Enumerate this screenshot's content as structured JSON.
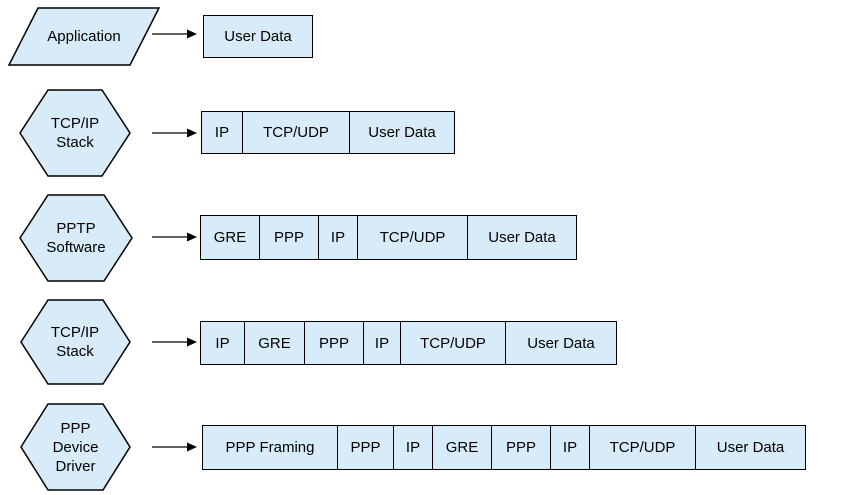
{
  "diagram": {
    "colors": {
      "shape_fill": "#D7ECF8",
      "outline": "#000000",
      "text_color": "#000000"
    },
    "rows": [
      {
        "shape": {
          "type": "parallelogram",
          "label": "Application"
        },
        "boxes": [
          "User Data"
        ]
      },
      {
        "shape": {
          "type": "hexagon",
          "label": "TCP/IP\nStack"
        },
        "boxes": [
          "IP",
          "TCP/UDP",
          "User Data"
        ]
      },
      {
        "shape": {
          "type": "hexagon",
          "label": "PPTP\nSoftware"
        },
        "boxes": [
          "GRE",
          "PPP",
          "IP",
          "TCP/UDP",
          "User Data"
        ]
      },
      {
        "shape": {
          "type": "hexagon",
          "label": "TCP/IP\nStack"
        },
        "boxes": [
          "IP",
          "GRE",
          "PPP",
          "IP",
          "TCP/UDP",
          "User Data"
        ]
      },
      {
        "shape": {
          "type": "hexagon",
          "label": "PPP\nDevice\nDriver"
        },
        "boxes": [
          "PPP Framing",
          "PPP",
          "IP",
          "GRE",
          "PPP",
          "IP",
          "TCP/UDP",
          "User Data"
        ]
      }
    ]
  }
}
